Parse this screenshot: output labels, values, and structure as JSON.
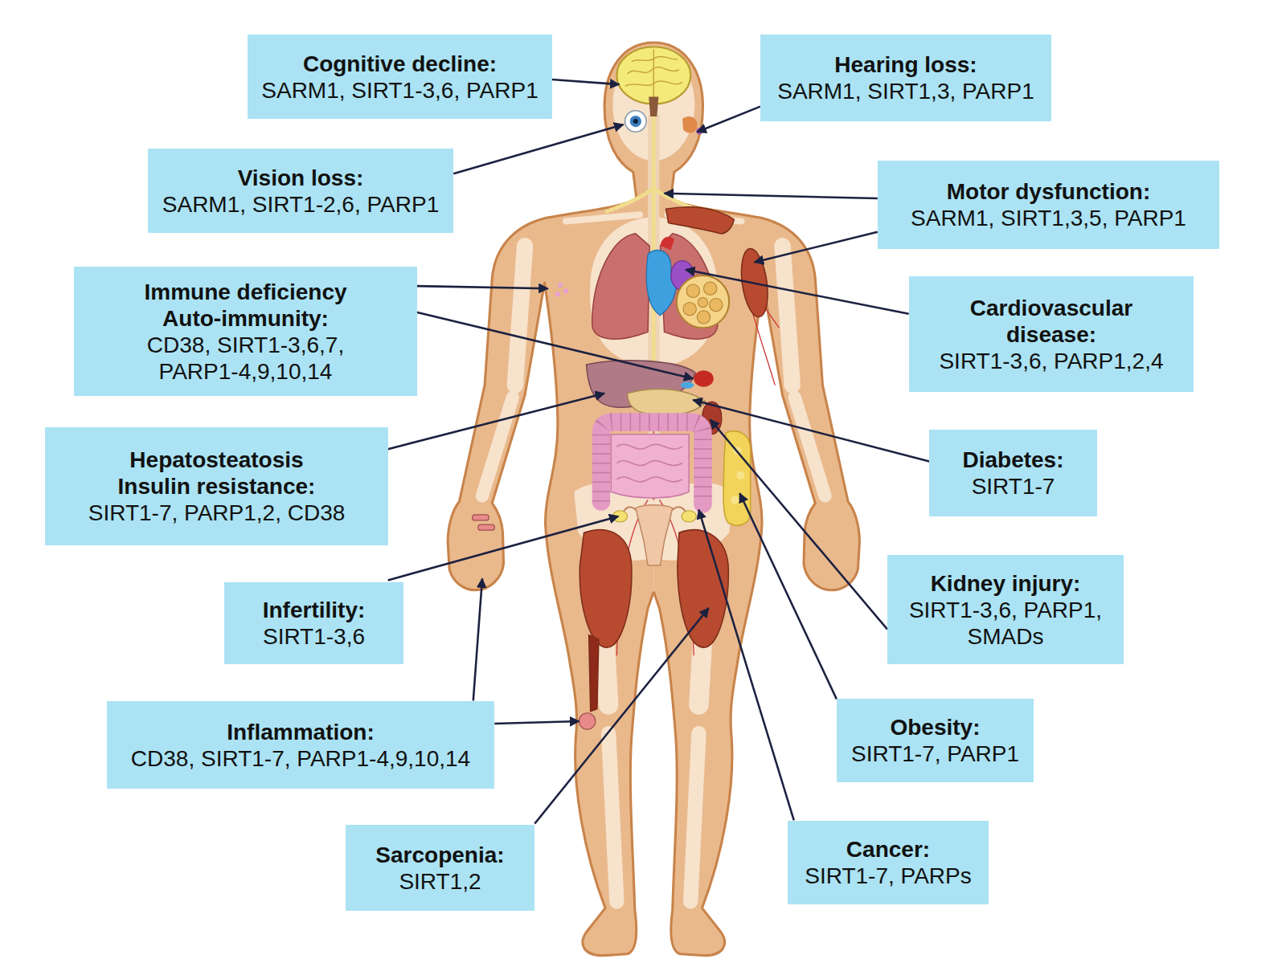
{
  "diagram": {
    "nodes": [
      {
        "text": [
          "Cognitive decline:",
          "SARM1, SIRT1-3,6, PARP1"
        ]
      },
      {
        "text": [
          "Hearing loss:",
          "SARM1, SIRT1,3, PARP1"
        ]
      },
      {
        "text": [
          "Vision loss:",
          "SARM1, SIRT1-2,6, PARP1"
        ]
      },
      {
        "text": [
          "Motor dysfunction:",
          "SARM1, SIRT1,3,5, PARP1"
        ]
      },
      {
        "text": [
          "Immune deficiency Auto-immunity:",
          "CD38, SIRT1-3,6,7, PARP1-4,9,10,14"
        ]
      },
      {
        "text": [
          "Cardiovascular disease:",
          "SIRT1-3,6, PARP1,2,4"
        ]
      },
      {
        "text": [
          "Hepatosteatosis Insulin resistance:",
          "SIRT1-7, PARP1,2, CD38"
        ]
      },
      {
        "text": [
          "Diabetes:",
          "SIRT1-7"
        ]
      },
      {
        "text": [
          "Infertility:",
          "SIRT1-3,6"
        ]
      },
      {
        "text": [
          "Kidney injury:",
          "SIRT1-3,6, PARP1, SMADs"
        ]
      },
      {
        "text": [
          "Inflammation:",
          "CD38, SIRT1-7, PARP1-4,9,10,14"
        ]
      },
      {
        "text": [
          "Obesity:",
          "SIRT1-7, PARP1"
        ]
      },
      {
        "text": [
          "Sarcopenia:",
          "SIRT1,2"
        ]
      },
      {
        "text": [
          "Cancer:",
          "SIRT1-7, PARPs"
        ]
      }
    ]
  }
}
